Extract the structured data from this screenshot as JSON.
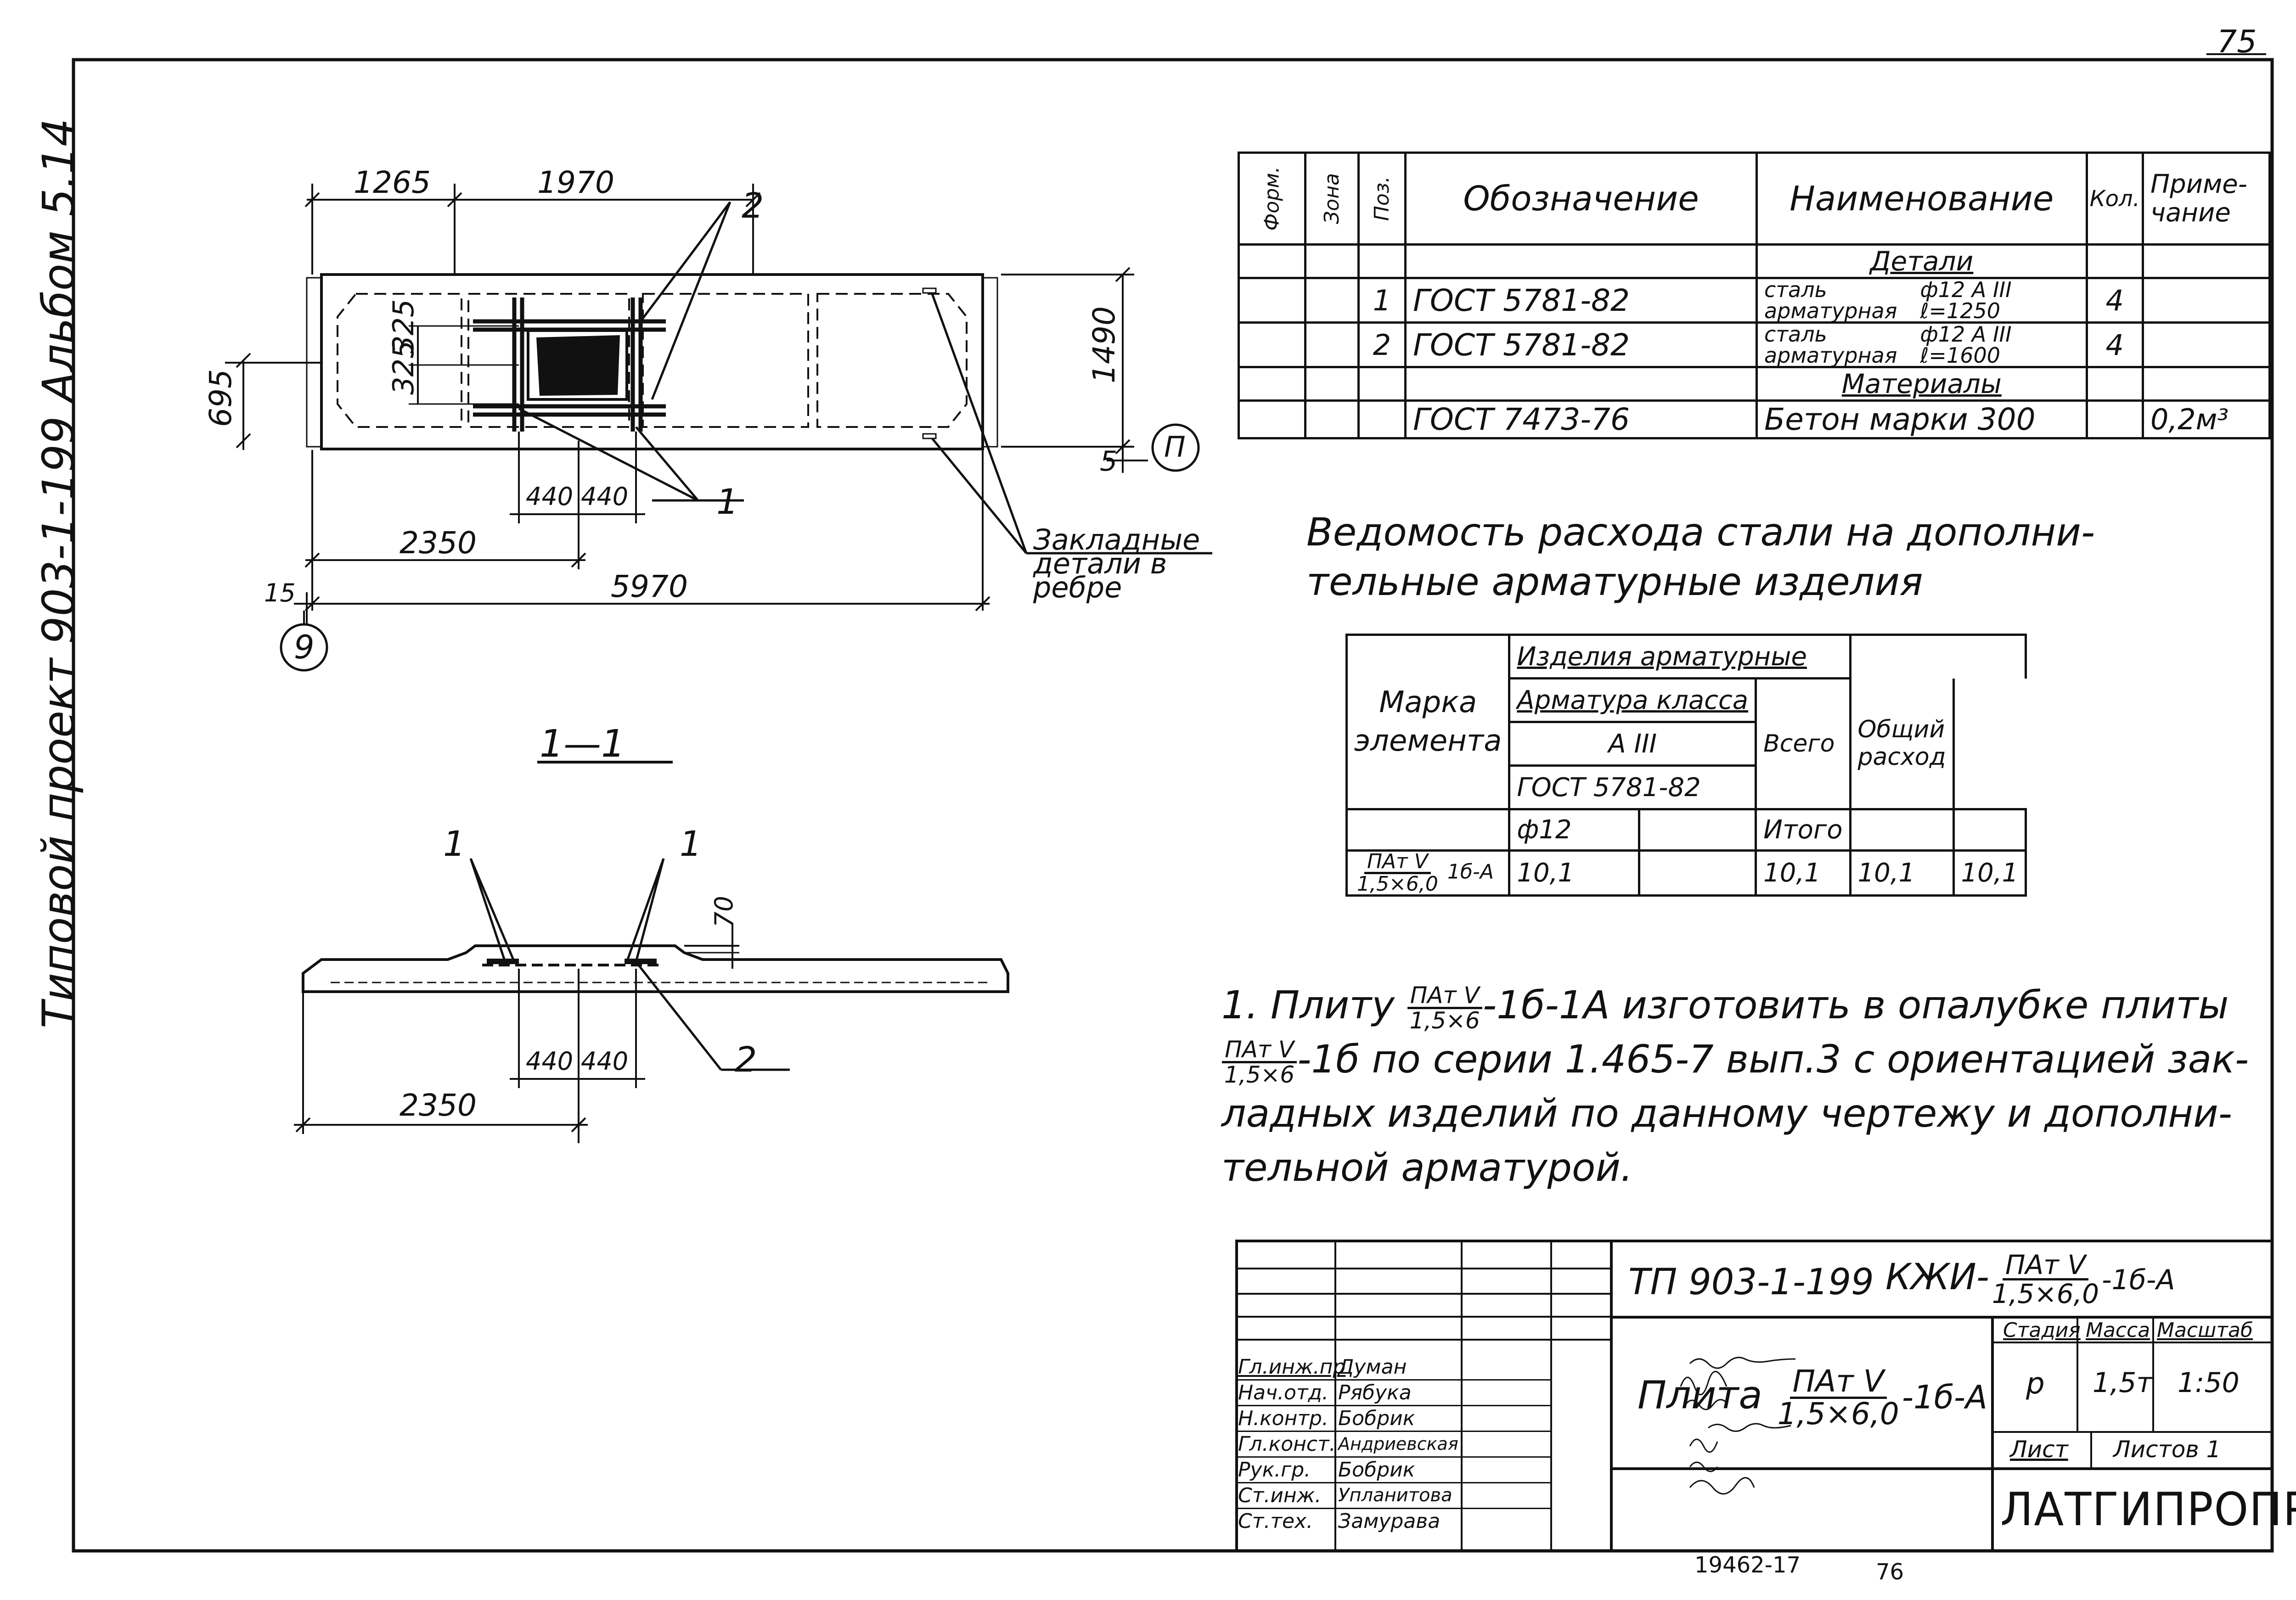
{
  "page_number": "75",
  "side_title": "Типовой проект 903-1-199   Альбом 5.14",
  "plan_dims": {
    "d1265": "1265",
    "d1970": "1970",
    "d325a": "325",
    "d325b": "325",
    "d695": "695",
    "d1490": "1490",
    "d5": "5",
    "d440a": "440",
    "d440b": "440",
    "d2350": "2350",
    "d15": "15",
    "d5970": "5970"
  },
  "callouts": {
    "c2": "2",
    "c1": "1",
    "axis_9": "9",
    "axis_p": "П",
    "embedded": [
      "Закладные",
      "детали в",
      "ребре"
    ]
  },
  "section": {
    "label": "1—1",
    "c1a": "1",
    "c1b": "1",
    "d70": "70",
    "d440a": "440",
    "d440b": "440",
    "d2350": "2350",
    "c2": "2"
  },
  "spec_table": {
    "headers": {
      "form": "Форм.",
      "zone": "Зона",
      "pos": "Поз.",
      "designation": "Обозначение",
      "name": "Наименование",
      "qty": "Кол.",
      "note": "Приме-чание"
    },
    "section_details": "Детали",
    "section_materials": "Материалы",
    "rows": [
      {
        "pos": "1",
        "designation": "ГОСТ 5781-82",
        "name_a": "сталь",
        "name_b": "арматурная",
        "spec_a": "ф12 А III",
        "spec_b": "ℓ=1250",
        "qty": "4",
        "note": ""
      },
      {
        "pos": "2",
        "designation": "ГОСТ 5781-82",
        "name_a": "сталь",
        "name_b": "арматурная",
        "spec_a": "ф12 А III",
        "spec_b": "ℓ=1600",
        "qty": "4",
        "note": ""
      },
      {
        "pos": "",
        "designation": "ГОСТ 7473-76",
        "name_a": "Бетон марки 300",
        "name_b": "",
        "spec_a": "",
        "spec_b": "",
        "qty": "",
        "note": "0,2м³"
      }
    ]
  },
  "steel_title": [
    "Ведомость расхода стали на дополни-",
    "тельные арматурные изделия"
  ],
  "steel_table": {
    "mark_header": "Марка элемента",
    "group_header": "Изделия арматурные",
    "class_header": "Арматура класса",
    "class_value": "А III",
    "gost": "ГОСТ 5781-82",
    "phi": "ф12",
    "itogo": "Итого",
    "vsego": "Всего",
    "total_header": "Общий расход",
    "row_mark_num": "ПАт V",
    "row_mark_den": "1,5×6,0",
    "row_mark_suffix": "1б-А",
    "row_values": [
      "10,1",
      "",
      "10,1",
      "10,1",
      "10,1"
    ]
  },
  "note": {
    "line1_a": "1. Плиту",
    "line1_num": "ПАт V",
    "line1_den": "1,5×6",
    "line1_b": "-1б-1А изготовить в опалубке плиты",
    "line2_num": "ПАт V",
    "line2_den": "1,5×6",
    "line2_b": "-1б по серии 1.465-7 вып.3 с ориентацией зак-",
    "line3": "ладных изделий по данному чертежу и дополни-",
    "line4": "тельной арматурой."
  },
  "title_block": {
    "project": "ТП 903-1-199",
    "code_prefix": "КЖИ-",
    "code_num": "ПАт V",
    "code_den": "1,5×6,0",
    "code_suffix": "-1б-А",
    "title_prefix": "Плита",
    "title_num": "ПАт V",
    "title_den": "1,5×6,0",
    "title_suffix": "-1б-А",
    "stage_h": "Стадия",
    "mass_h": "Масса",
    "scale_h": "Масштаб",
    "stage": "р",
    "mass": "1,5т",
    "scale": "1:50",
    "sheet_h": "Лист",
    "sheets_h": "Листов 1",
    "org": "ЛАТГИПРОПРОМ",
    "staff": [
      {
        "role": "Гл.инж.пр",
        "name": "Думан"
      },
      {
        "role": "Нач.отд.",
        "name": "Рябука"
      },
      {
        "role": "Н.контр.",
        "name": "Бобрик"
      },
      {
        "role": "Гл.конст.",
        "name": "Андриевская"
      },
      {
        "role": "Рук.гр.",
        "name": "Бобрик"
      },
      {
        "role": "Ст.инж.",
        "name": "Упланитова"
      },
      {
        "role": "Ст.тех.",
        "name": "Замурава"
      }
    ]
  },
  "bottom_num1": "19462-17",
  "bottom_num2": "76"
}
